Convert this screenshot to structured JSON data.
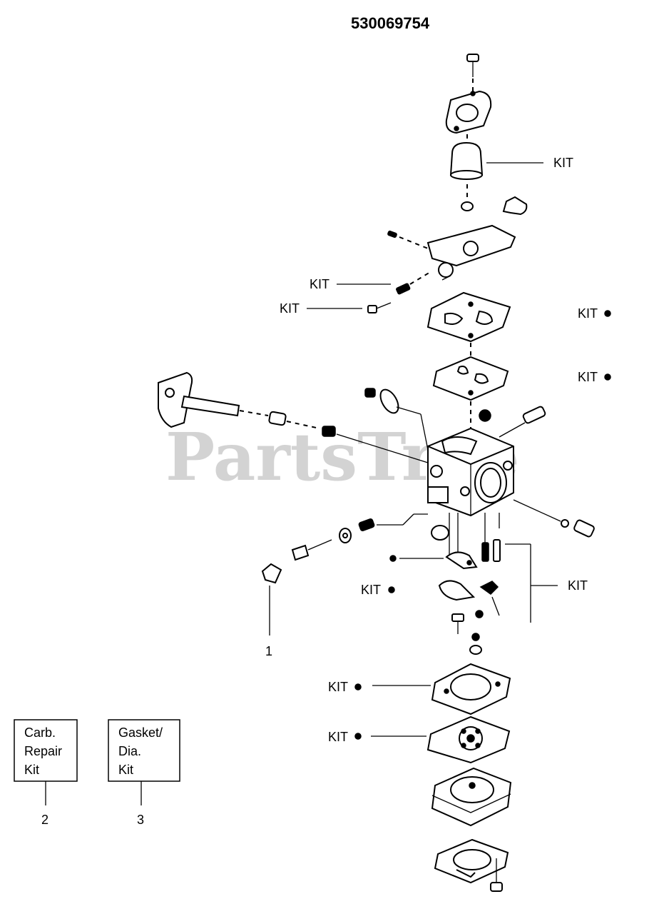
{
  "title": "530069754",
  "watermark": "PartsTree",
  "callouts": {
    "kit_cap": "KIT",
    "kit_screw_spring": "KIT",
    "kit_screw": "KIT",
    "kit_gasket_top": "KIT",
    "kit_diaphragm_top": "KIT",
    "kit_needle_group": "KIT",
    "kit_small_parts": "KIT",
    "kit_gasket_bottom": "KIT",
    "kit_diaphragm_bottom": "KIT",
    "ref_1": "1"
  },
  "legend": [
    {
      "line1": "Carb.",
      "line2": "Repair",
      "line3": "Kit",
      "ref": "2"
    },
    {
      "line1": "Gasket/",
      "line2": "Dia.",
      "line3": "Kit",
      "ref": "3"
    }
  ],
  "colors": {
    "ink": "#000000",
    "watermark": "#d3d3d3",
    "background": "#ffffff"
  }
}
